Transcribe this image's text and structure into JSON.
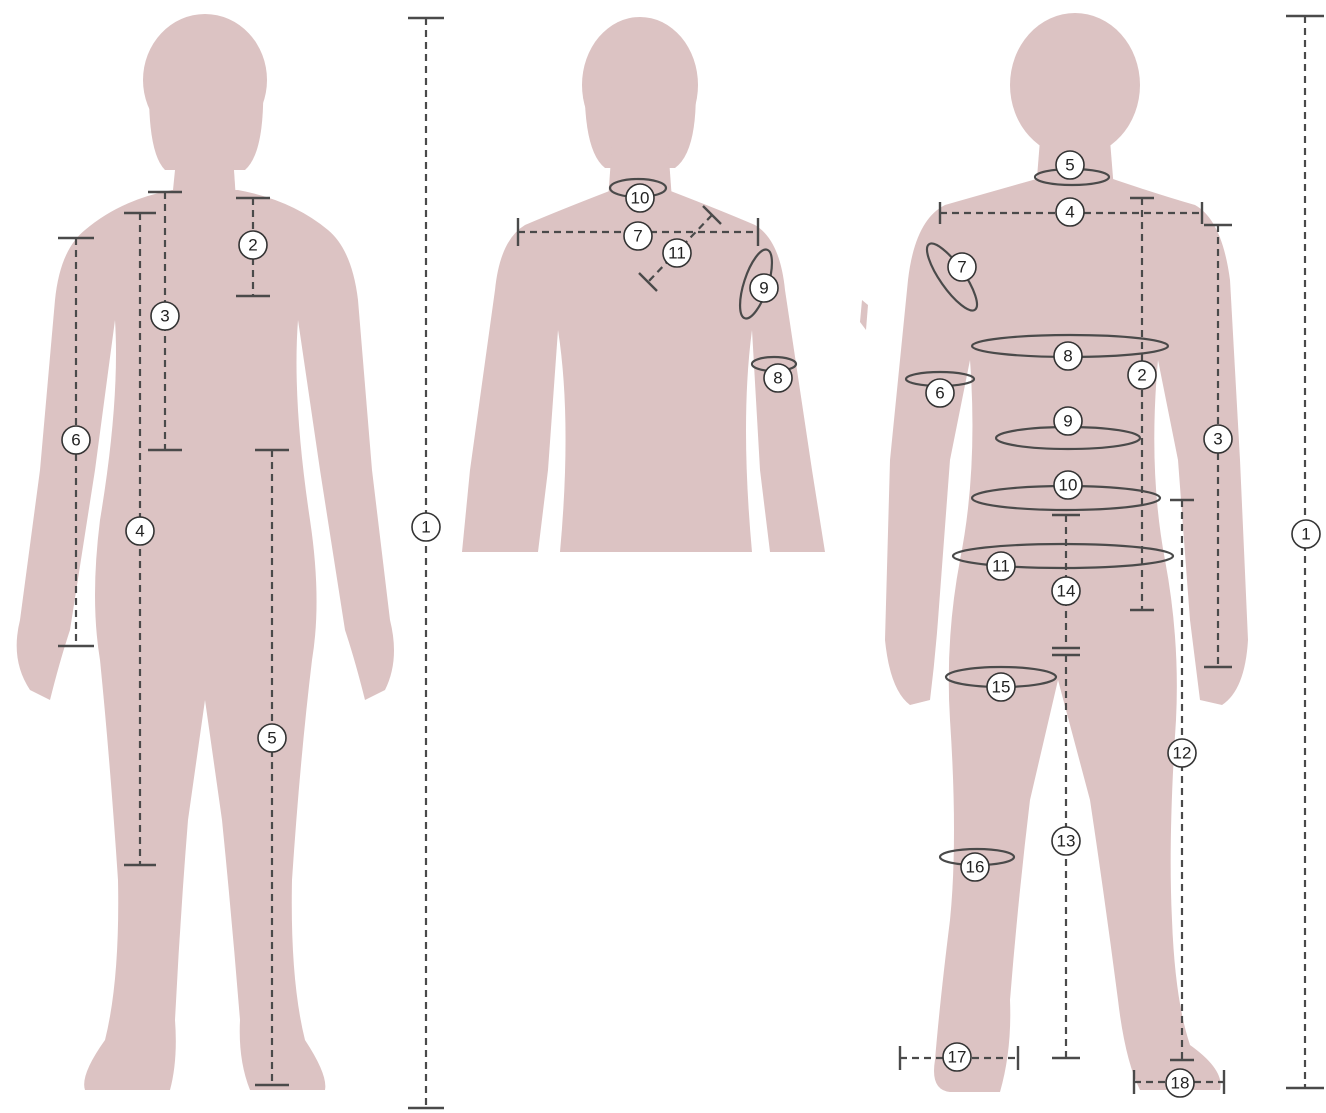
{
  "colors": {
    "body": "#dcc3c3",
    "line": "#4a4a4a"
  },
  "figures": {
    "female_front": {
      "labels": [
        "1",
        "2",
        "3",
        "4",
        "5",
        "6"
      ]
    },
    "female_back": {
      "labels": [
        "7",
        "8",
        "9",
        "10",
        "11"
      ]
    },
    "male_front": {
      "labels": [
        "1",
        "2",
        "3",
        "4",
        "5",
        "6",
        "7",
        "8",
        "9",
        "10",
        "11",
        "12",
        "13",
        "14",
        "15",
        "16",
        "17",
        "18"
      ]
    }
  }
}
